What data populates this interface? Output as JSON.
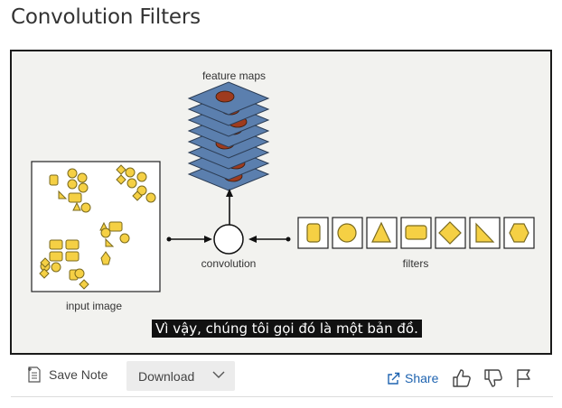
{
  "page": {
    "title": "Convolution Filters"
  },
  "video": {
    "caption": "Vì vậy, chúng tôi gọi đó là một bản đồ.",
    "labels": {
      "feature_maps": "feature maps",
      "convolution": "convolution",
      "input_image": "input image",
      "filters": "filters"
    },
    "colors": {
      "shape_fill": "#f5d044",
      "shape_stroke": "#7a6a1e",
      "map_fill": "#5b7fae",
      "map_blob": "#9e3b1e"
    }
  },
  "toolbar": {
    "save_note_label": "Save Note",
    "download_label": "Download",
    "share_label": "Share"
  }
}
